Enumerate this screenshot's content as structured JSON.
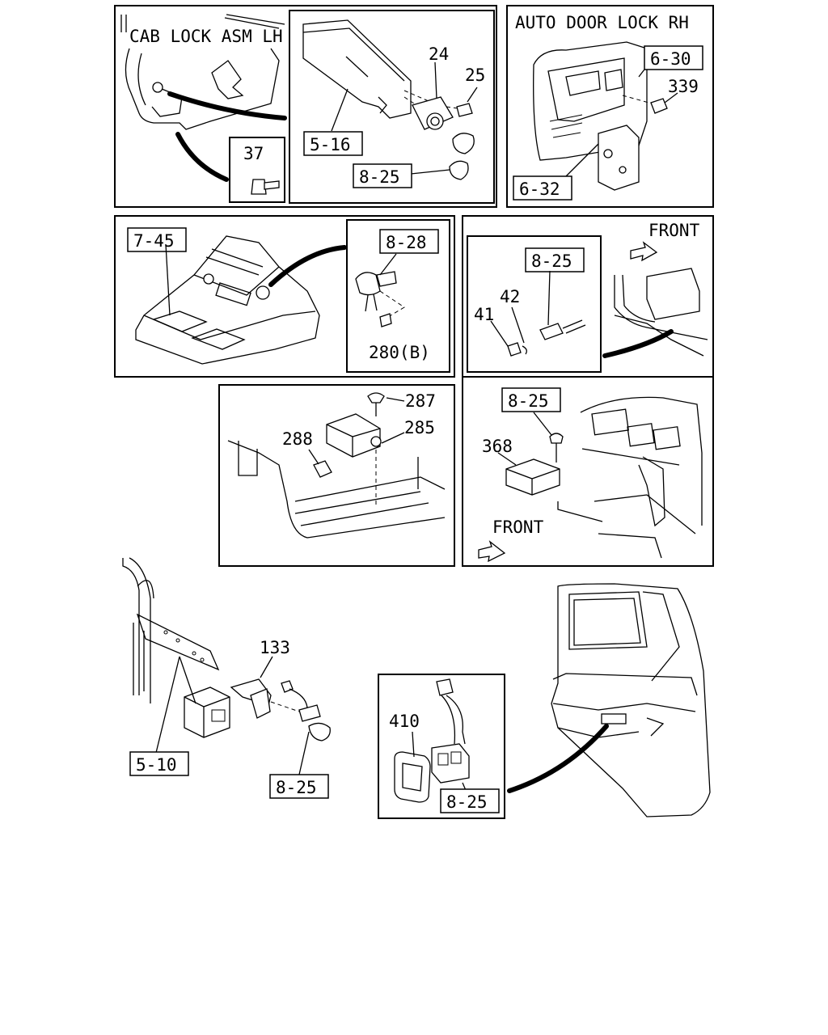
{
  "labels": {
    "cab_lock_title": "CAB LOCK ASM LH",
    "auto_door_title": "AUTO DOOR LOCK RH",
    "front_1": "FRONT",
    "front_2": "FRONT",
    "ref_5_16": "5-16",
    "ref_8_25_a": "8-25",
    "ref_6_30": "6-30",
    "ref_6_32": "6-32",
    "ref_7_45": "7-45",
    "ref_8_28": "8-28",
    "ref_8_25_b": "8-25",
    "ref_8_25_c": "8-25",
    "ref_5_10": "5-10",
    "ref_8_25_d": "8-25",
    "ref_8_25_e": "8-25",
    "num_24": "24",
    "num_25": "25",
    "num_37": "37",
    "num_339": "339",
    "num_280b": "280(B)",
    "num_41": "41",
    "num_42": "42",
    "num_287": "287",
    "num_285": "285",
    "num_288": "288",
    "num_368": "368",
    "num_133": "133",
    "num_410": "410"
  }
}
